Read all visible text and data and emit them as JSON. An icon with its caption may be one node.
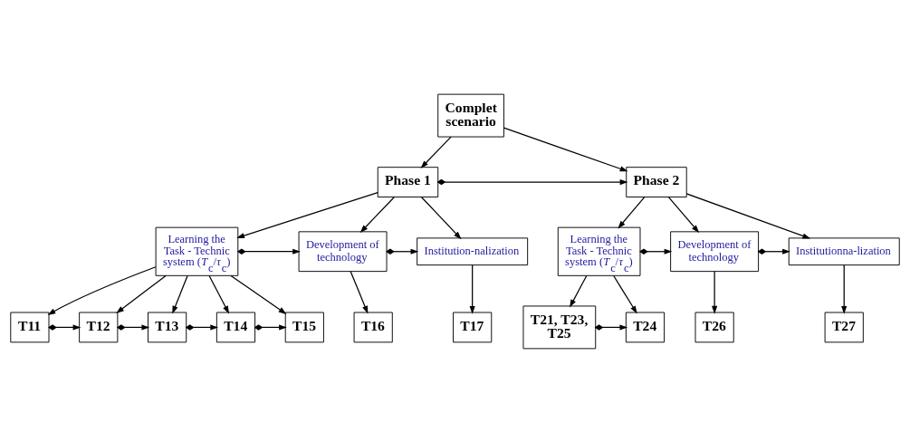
{
  "diagram": {
    "nodes": [
      {
        "text": [
          "Complet scenario"
        ]
      },
      {
        "text": [
          "Phase 1"
        ]
      },
      {
        "text": [
          "Phase 2"
        ]
      },
      {
        "text": [
          "Learning the Task - Technic system (*T*$_{c}$/*τ*$_{c}$)"
        ]
      },
      {
        "text": [
          "Development of technology"
        ]
      },
      {
        "text": [
          "Institution-nalization"
        ]
      },
      {
        "text": [
          "Learning the Task - Technic system (*T*$_{c}$/*τ*$_{c}$)"
        ]
      },
      {
        "text": [
          "Development of technology"
        ]
      },
      {
        "text": [
          "Institutionna-lization"
        ]
      },
      {
        "text": [
          "T11"
        ]
      },
      {
        "text": [
          "T12"
        ]
      },
      {
        "text": [
          "T13"
        ]
      },
      {
        "text": [
          "T14"
        ]
      },
      {
        "text": [
          "T15"
        ]
      },
      {
        "text": [
          "T16"
        ]
      },
      {
        "text": [
          "T17"
        ]
      },
      {
        "text": [
          "T21, T23, T25"
        ]
      },
      {
        "text": [
          "T24"
        ]
      },
      {
        "text": [
          "T26"
        ]
      },
      {
        "text": [
          "T27"
        ]
      }
    ],
    "edges": [
      {
        "from": 0,
        "to": 1,
        "arrow": "to"
      },
      {
        "from": 0,
        "to": 2,
        "arrow": "to"
      },
      {
        "from": 1,
        "to": 3,
        "arrow": "to"
      },
      {
        "from": 1,
        "to": 4,
        "arrow": "to"
      },
      {
        "from": 1,
        "to": 5,
        "arrow": "to"
      },
      {
        "from": 2,
        "to": 6,
        "arrow": "to"
      },
      {
        "from": 2,
        "to": 7,
        "arrow": "to"
      },
      {
        "from": 2,
        "to": 8,
        "arrow": "to"
      },
      {
        "from": 3,
        "to": 9,
        "arrow": "to"
      },
      {
        "from": 3,
        "to": 10,
        "arrow": "to"
      },
      {
        "from": 3,
        "to": 11,
        "arrow": "to"
      },
      {
        "from": 3,
        "to": 12,
        "arrow": "to"
      },
      {
        "from": 3,
        "to": 13,
        "arrow": "to"
      },
      {
        "from": 4,
        "to": 14,
        "arrow": "to"
      },
      {
        "from": 5,
        "to": 15,
        "arrow": "to"
      },
      {
        "from": 6,
        "to": 16,
        "arrow": "to"
      },
      {
        "from": 6,
        "to": 17,
        "arrow": "to"
      },
      {
        "from": 7,
        "to": 18,
        "arrow": "to"
      },
      {
        "from": 8,
        "to": 19,
        "arrow": "to"
      },
      {
        "from": 1,
        "to": 2,
        "arrow": "to"
      },
      {
        "from": 3,
        "to": 4,
        "arrow": "to"
      },
      {
        "from": 4,
        "to": 5,
        "arrow": "to"
      },
      {
        "from": 6,
        "to": 7,
        "arrow": "to"
      },
      {
        "from": 7,
        "to": 8,
        "arrow": "to"
      },
      {
        "from": 9,
        "to": 10,
        "arrow": "to"
      },
      {
        "from": 10,
        "to": 11,
        "arrow": "to"
      },
      {
        "from": 11,
        "to": 12,
        "arrow": "to"
      },
      {
        "from": 12,
        "to": 13,
        "arrow": "to"
      },
      {
        "from": 16,
        "to": 17,
        "arrow": "to"
      }
    ]
  }
}
